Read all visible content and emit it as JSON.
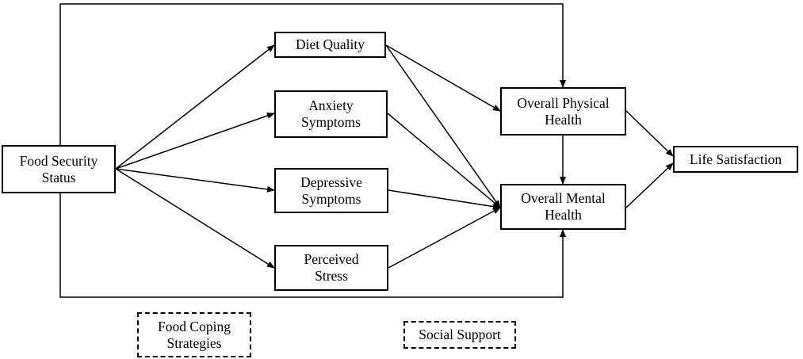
{
  "nodes": {
    "food_security": {
      "lines": [
        "Food Security",
        "Status"
      ]
    },
    "diet_quality": {
      "lines": [
        "Diet Quality"
      ]
    },
    "anxiety": {
      "lines": [
        "Anxiety",
        "Symptoms"
      ]
    },
    "depressive": {
      "lines": [
        "Depressive",
        "Symptoms"
      ]
    },
    "stress": {
      "lines": [
        "Perceived",
        "Stress"
      ]
    },
    "physical_health": {
      "lines": [
        "Overall Physical",
        "Health"
      ]
    },
    "mental_health": {
      "lines": [
        "Overall Mental",
        "Health"
      ]
    },
    "life_satisfaction": {
      "lines": [
        "Life Satisfaction"
      ]
    },
    "food_coping": {
      "lines": [
        "Food Coping",
        "Strategies"
      ]
    },
    "social_support": {
      "lines": [
        "Social Support"
      ]
    }
  },
  "colors": {
    "stroke": "#000000",
    "background": "#ffffff"
  }
}
